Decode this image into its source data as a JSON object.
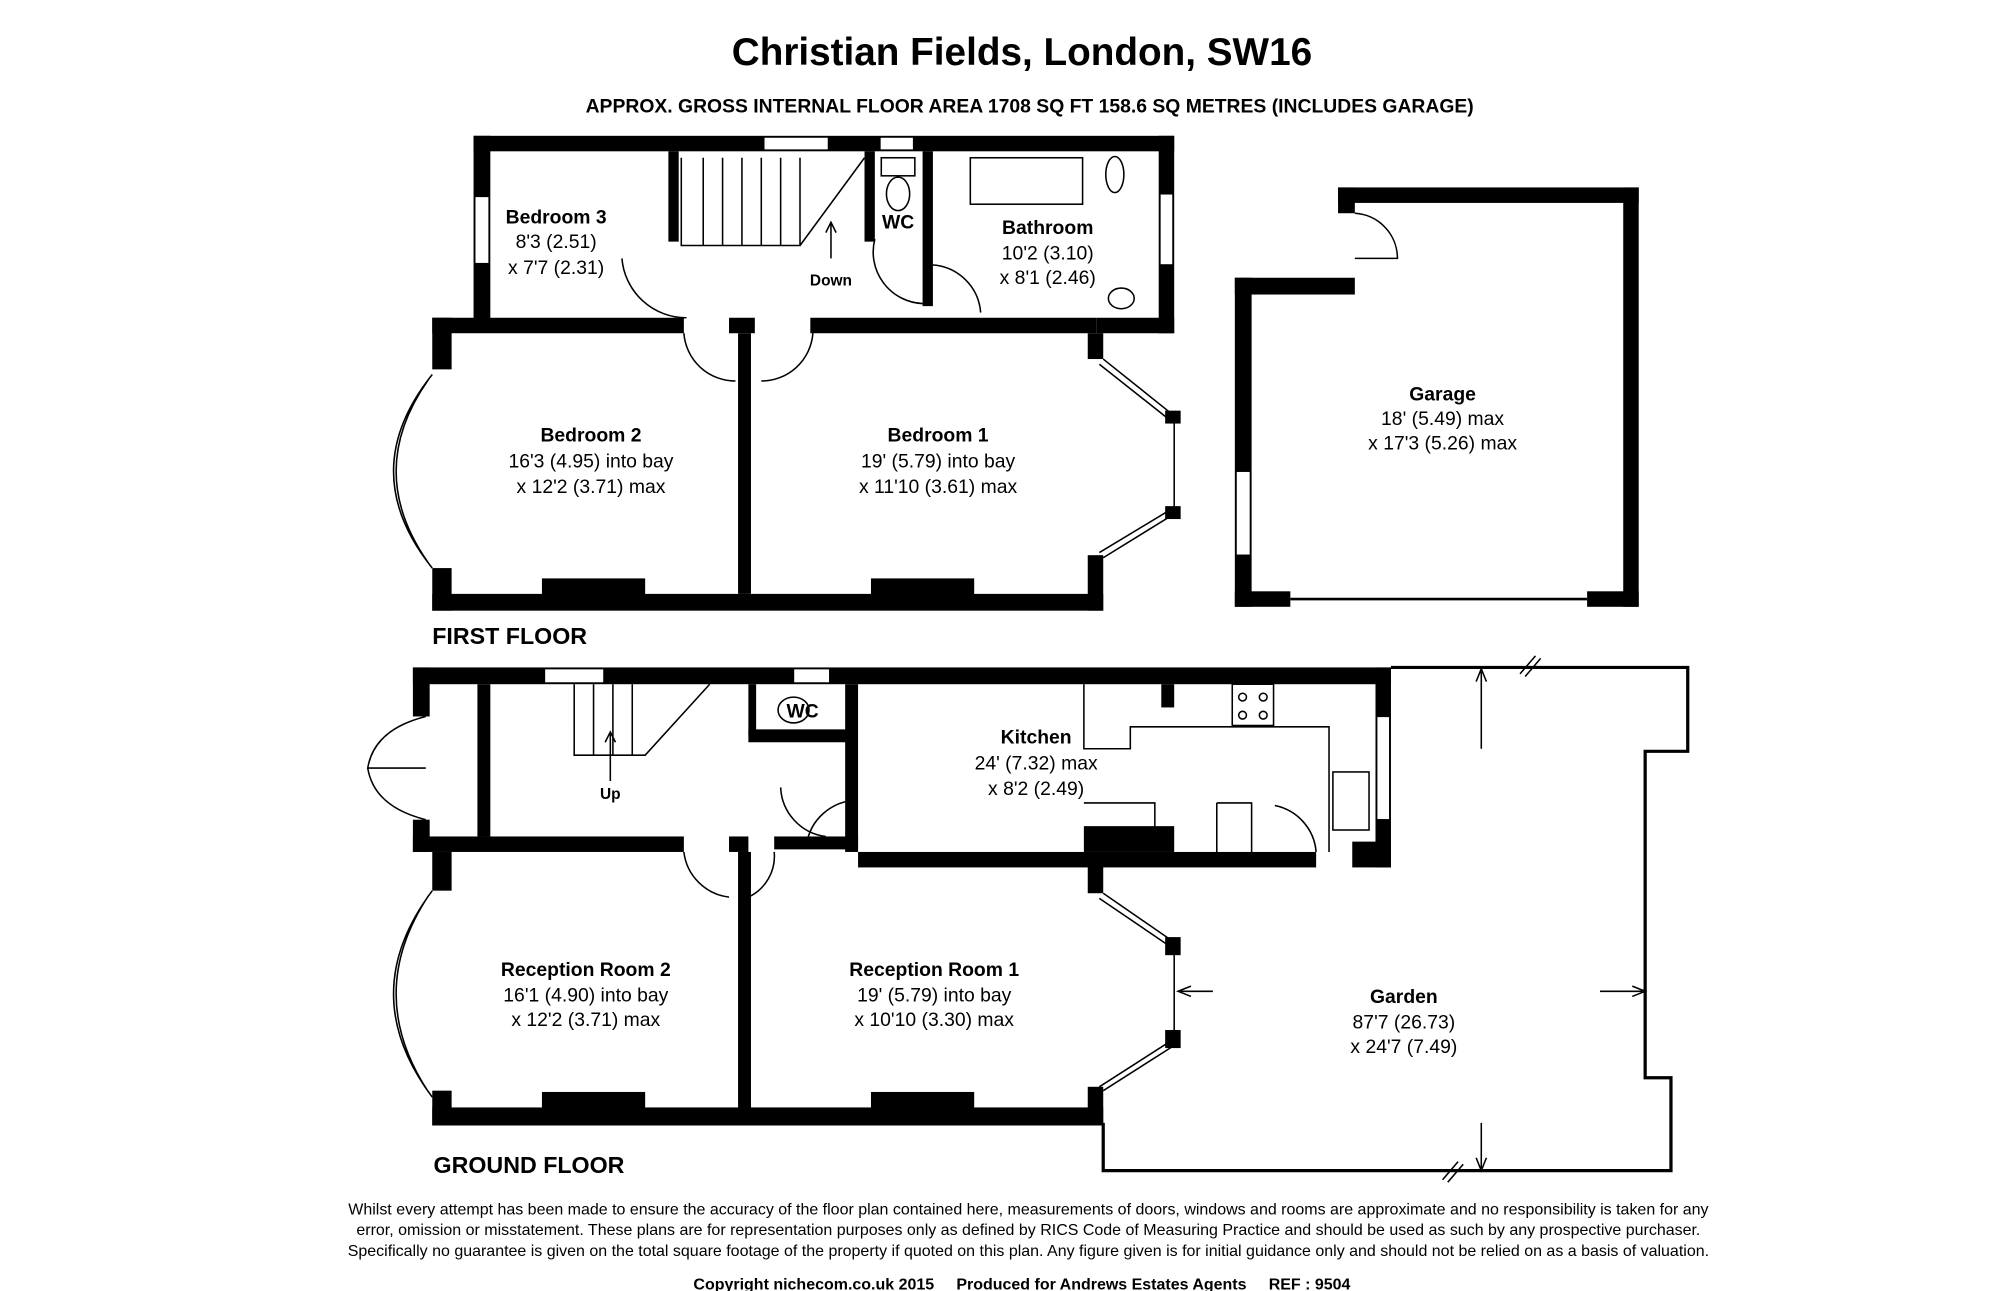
{
  "title": "Christian Fields, London, SW16",
  "subtitle": "APPROX. GROSS INTERNAL FLOOR AREA 1708 SQ FT 158.6 SQ METRES (INCLUDES GARAGE)",
  "first_floor": {
    "label": "FIRST FLOOR",
    "rooms": [
      {
        "name": "Bedroom 3",
        "dims": [
          "8'3 (2.51)",
          "x 7'7 (2.31)"
        ]
      },
      {
        "name": "WC",
        "dims": []
      },
      {
        "name": "Bathroom",
        "dims": [
          "10'2 (3.10)",
          "x 8'1 (2.46)"
        ]
      },
      {
        "name": "Bedroom 2",
        "dims": [
          "16'3 (4.95) into bay",
          "x 12'2 (3.71) max"
        ]
      },
      {
        "name": "Bedroom 1",
        "dims": [
          "19' (5.79) into bay",
          "x 11'10 (3.61) max"
        ]
      },
      {
        "name": "Garage",
        "dims": [
          "18' (5.49) max",
          "x 17'3 (5.26) max"
        ]
      }
    ],
    "stairs_label": "Down"
  },
  "ground_floor": {
    "label": "GROUND FLOOR",
    "rooms": [
      {
        "name": "WC",
        "dims": []
      },
      {
        "name": "Kitchen",
        "dims": [
          "24' (7.32) max",
          "x 8'2 (2.49)"
        ]
      },
      {
        "name": "Reception Room 2",
        "dims": [
          "16'1 (4.90) into bay",
          "x 12'2 (3.71) max"
        ]
      },
      {
        "name": "Reception Room 1",
        "dims": [
          "19' (5.79) into bay",
          "x 10'10 (3.30) max"
        ]
      },
      {
        "name": "Garden",
        "dims": [
          "87'7 (26.73)",
          "x 24'7 (7.49)"
        ]
      }
    ],
    "stairs_label": "Up"
  },
  "disclaimer": [
    "Whilst every attempt has been made to ensure the accuracy of the floor plan contained here, measurements of doors, windows and rooms are approximate and no responsibility is taken for any",
    "error, omission or misstatement. These plans are for representation purposes only as defined by RICS Code of Measuring Practice and should be used as such by any prospective purchaser.",
    "Specifically no guarantee is given on the total square footage of the property if quoted on this plan. Any figure given is for initial guidance only and should not be relied on as a basis of valuation."
  ],
  "footer": "Copyright nichecom.co.uk 2015     Produced for Andrews Estates Agents     REF : 9504"
}
